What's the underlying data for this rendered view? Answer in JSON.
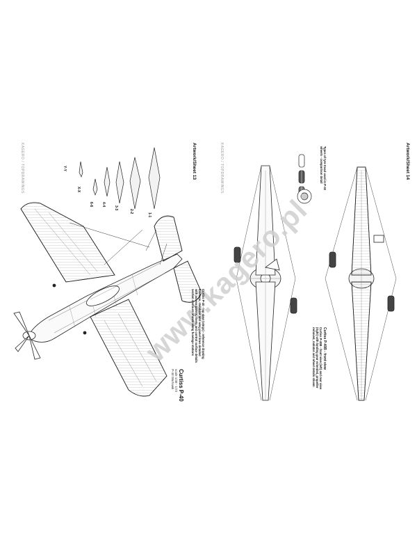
{
  "left_page": {
    "sheet_label": "Artwork/Sheet 13",
    "caption_title": "Curtiss P-40",
    "caption_sub_1": "scale 1/48 - 1/72",
    "caption_sub_2": "P-40 Warhawk",
    "caption_lines": [
      "Curtiss P-40 - top view (wings) - reference drawing",
      "fuselage, stabilizer and wing panel lines detailed",
      "with access panels, rivets and control surface details",
      "section contours shown along fuselage stations"
    ],
    "section_labels": [
      "Y-Y",
      "X-X",
      "6-6",
      "4-4",
      "3-3",
      "2-2",
      "1-1"
    ],
    "brand": "KAGERO / TOPDRAWINGS"
  },
  "right_page": {
    "sheet_label": "Artwork/Sheet 14",
    "caption_title": "Curtiss P-40B - front view",
    "caption_lines": [
      "Curtiss P-40B - front view (left) and rear view",
      "(right) with landing gear extended, propeller",
      "removed, radiator and wheel details shown"
    ],
    "wheel_note_lines": [
      "Types of tyre tread used in P-40",
      "wheels - comparison detail"
    ],
    "brand": "KAGERO / TOPDRAWINGS"
  },
  "watermark": "www.kagero.pl"
}
